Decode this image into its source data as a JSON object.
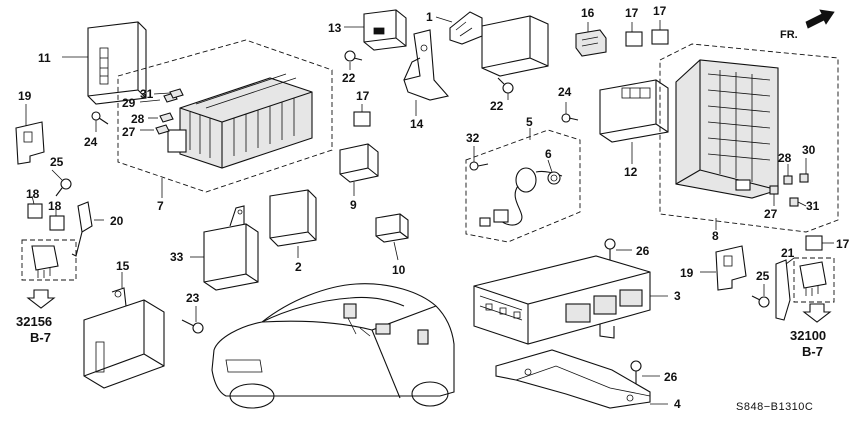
{
  "callouts": [
    "1",
    "2",
    "3",
    "4",
    "5",
    "6",
    "7",
    "8",
    "9",
    "10",
    "11",
    "12",
    "13",
    "14",
    "15",
    "16",
    "17",
    "17",
    "17",
    "17",
    "18",
    "18",
    "19",
    "19",
    "20",
    "21",
    "22",
    "22",
    "23",
    "24",
    "24",
    "25",
    "25",
    "26",
    "26",
    "27",
    "27",
    "28",
    "28",
    "29",
    "30",
    "31",
    "31",
    "32",
    "33"
  ],
  "refs": {
    "left": {
      "number": "32156",
      "sub": "B-7"
    },
    "right": {
      "number": "32100",
      "sub": "B-7"
    }
  },
  "direction": {
    "label": "FR."
  },
  "diagram_code": "S848−B1310C"
}
